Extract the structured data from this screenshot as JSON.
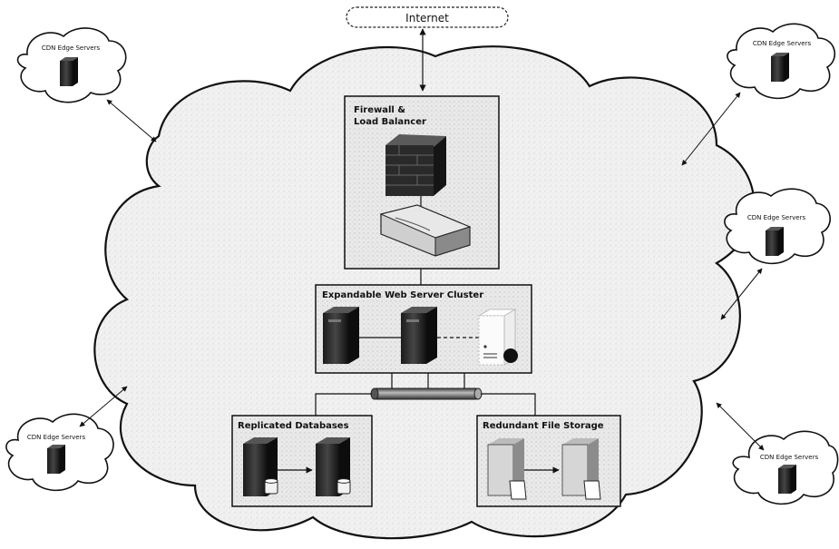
{
  "internet": {
    "label": "Internet"
  },
  "firewall": {
    "label_line1": "Firewall &",
    "label_line2": "Load Balancer"
  },
  "cluster": {
    "label": "Expandable Web Server Cluster"
  },
  "databases": {
    "label": "Replicated Databases"
  },
  "storage": {
    "label": "Redundant File Storage"
  },
  "cdn": {
    "top_left": "CDN Edge Servers",
    "top_right": "CDN Edge Servers",
    "mid_right": "CDN Edge Servers",
    "bottom_left": "CDN Edge Servers",
    "bottom_right": "CDN Edge Servers"
  }
}
